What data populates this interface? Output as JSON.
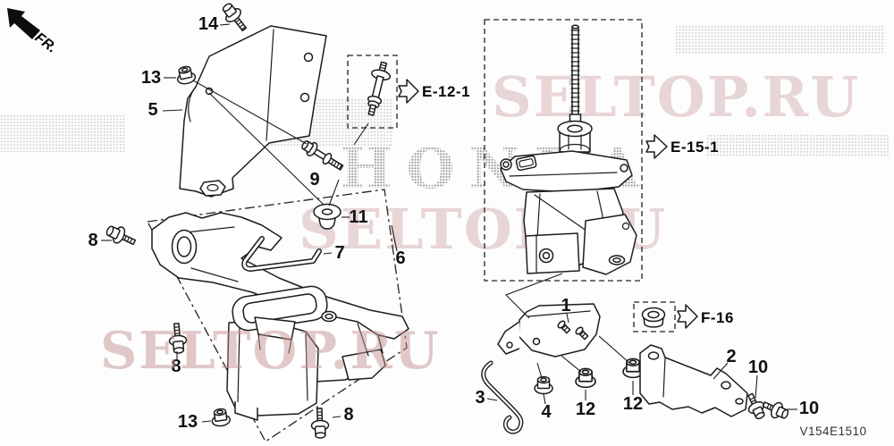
{
  "diagram": {
    "code": "V154E1510"
  },
  "orientation": {
    "front": "FR."
  },
  "watermarks": {
    "site": "SELTOP.RU",
    "brand": "HONDA"
  },
  "refs": {
    "e12": "E-12-1",
    "e15": "E-15-1",
    "f16": "F-16"
  },
  "callouts": {
    "c14": "14",
    "c13a": "13",
    "c5": "5",
    "c9": "9",
    "c11": "11",
    "c7": "7",
    "c6": "6",
    "c8a": "8",
    "c8b": "8",
    "c8c": "8",
    "c13b": "13",
    "c3": "3",
    "c4": "4",
    "c12a": "12",
    "c12b": "12",
    "c1": "1",
    "c2": "2",
    "c10a": "10",
    "c10b": "10"
  }
}
